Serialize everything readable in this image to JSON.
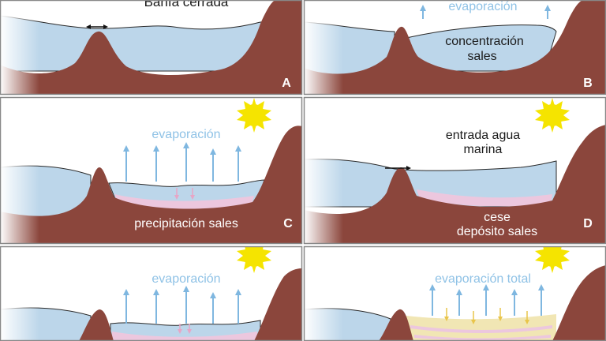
{
  "colors": {
    "rock": "#8b463c",
    "water": "#bcd6ea",
    "water_edge": "#2a2a2a",
    "sky_fade": "#ffffff",
    "sun": "#f5e400",
    "arrow_blue": "#7fb7e0",
    "arrow_pink": "#e7a6c6",
    "arrow_yellow": "#e9c54a",
    "salt_pink": "#ecc7de",
    "salt_yellow": "#f1e6b4",
    "label_blue": "#8fc2e6",
    "text_dark": "#1a1a1a",
    "border": "#888888"
  },
  "panels": [
    {
      "letter": "A",
      "labels": [
        "Bahía cerrada"
      ]
    },
    {
      "letter": "B",
      "labels": [
        "evaporación",
        "concentración",
        "sales"
      ]
    },
    {
      "letter": "C",
      "labels": [
        "evaporación",
        "precipitación sales"
      ]
    },
    {
      "letter": "D",
      "labels": [
        "entrada agua",
        "marina",
        "cese",
        "depósito sales"
      ]
    },
    {
      "letter": "",
      "labels": [
        "evaporación"
      ]
    },
    {
      "letter": "",
      "labels": [
        "evaporación total"
      ]
    }
  ]
}
